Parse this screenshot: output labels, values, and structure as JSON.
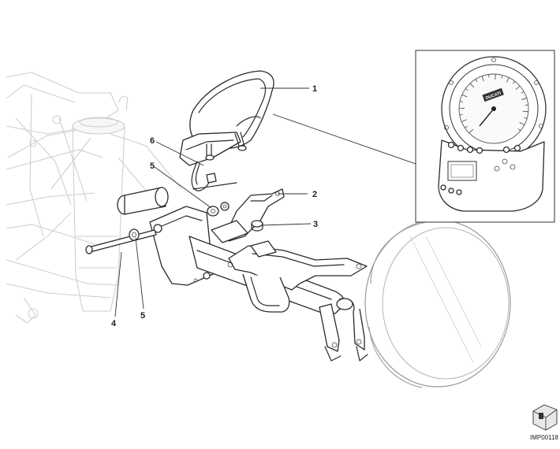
{
  "callouts": [
    {
      "id": "1",
      "label": "1"
    },
    {
      "id": "2",
      "label": "2"
    },
    {
      "id": "3",
      "label": "3"
    },
    {
      "id": "4",
      "label": "4"
    },
    {
      "id": "5a",
      "label": "5"
    },
    {
      "id": "5b",
      "label": "5"
    },
    {
      "id": "6",
      "label": "6"
    }
  ],
  "drawing_code": "IMP00118",
  "instrument_brand": "DUCATI",
  "icon": "book-reference-icon"
}
